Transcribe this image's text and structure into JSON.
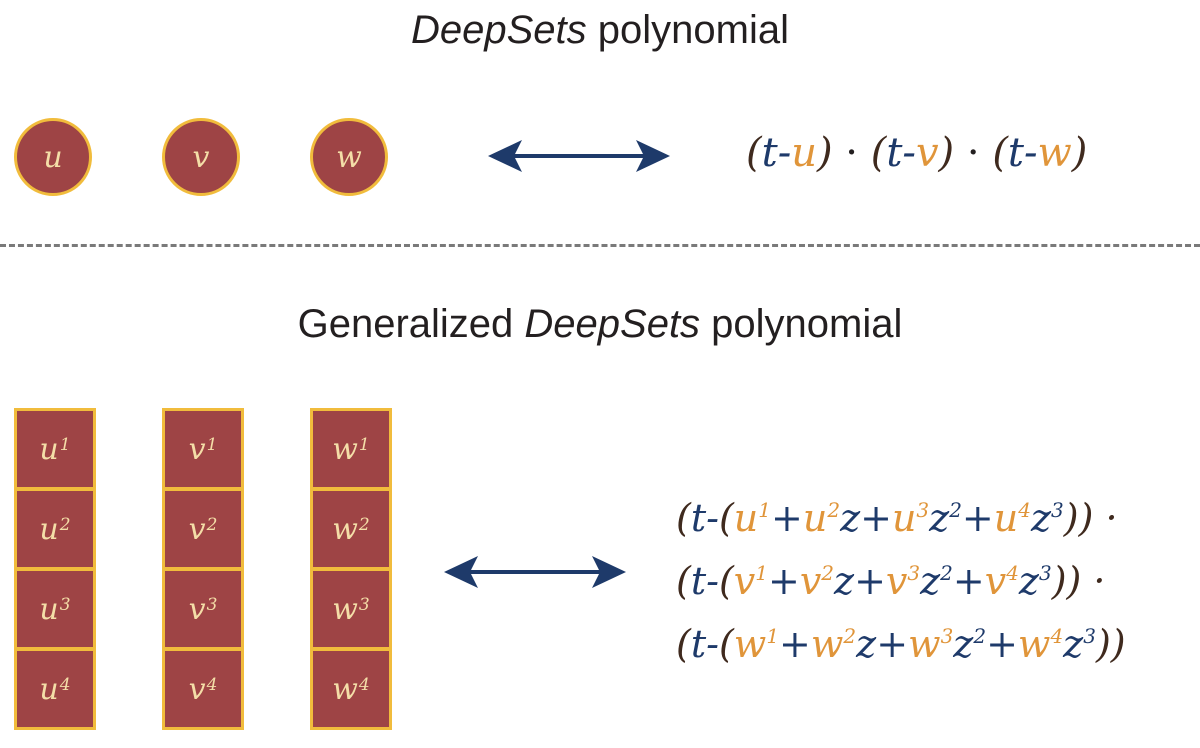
{
  "titles": {
    "top_italic": "DeepSets",
    "top_rest": " polynomial",
    "bottom_prefix": "Generalized ",
    "bottom_italic": "DeepSets",
    "bottom_rest": " polynomial"
  },
  "top_nodes": [
    "u",
    "v",
    "w"
  ],
  "stacks": [
    {
      "var": "u",
      "cells": [
        "1",
        "2",
        "3",
        "4"
      ]
    },
    {
      "var": "v",
      "cells": [
        "1",
        "2",
        "3",
        "4"
      ]
    },
    {
      "var": "w",
      "cells": [
        "1",
        "2",
        "3",
        "4"
      ]
    }
  ],
  "formula_top": {
    "open": "(",
    "t": "t",
    "minus": "-",
    "close": ")",
    "dot": " · ",
    "vars": [
      "u",
      "v",
      "w"
    ]
  },
  "formula_bottom": {
    "t": "t",
    "plus": "+",
    "z": "z",
    "lines": [
      {
        "var": "u",
        "tail": ")) ·"
      },
      {
        "var": "v",
        "tail": ")) ·"
      },
      {
        "var": "w",
        "tail": "))"
      }
    ]
  },
  "colors": {
    "node_fill": "#9e4445",
    "node_border": "#f1bc3c",
    "node_text": "#f4dea8",
    "arrow": "#1e3a6a",
    "paren": "#3f2a1e",
    "t_var": "#1e3a6a",
    "set_var": "#e0953a",
    "divider": "#7a7a7a"
  }
}
